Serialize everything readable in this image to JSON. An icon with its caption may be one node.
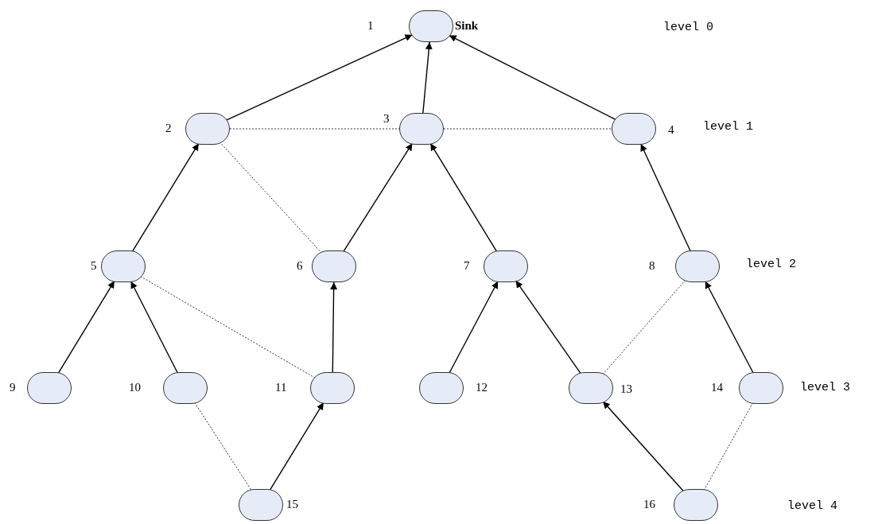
{
  "diagram": {
    "nodes": [
      {
        "text": [],
        "shape": "circle",
        "beside": [
          "1",
          "Sink"
        ]
      },
      {
        "text": [],
        "shape": "circle",
        "beside": [
          "2"
        ]
      },
      {
        "text": [],
        "shape": "circle",
        "beside": [
          "3"
        ]
      },
      {
        "text": [],
        "shape": "circle",
        "beside": [
          "4"
        ]
      },
      {
        "text": [],
        "shape": "circle",
        "beside": [
          "5"
        ]
      },
      {
        "text": [],
        "shape": "circle",
        "beside": [
          "6"
        ]
      },
      {
        "text": [],
        "shape": "circle",
        "beside": [
          "7"
        ]
      },
      {
        "text": [],
        "shape": "circle",
        "beside": [
          "8"
        ]
      },
      {
        "text": [],
        "shape": "circle",
        "beside": [
          "9"
        ]
      },
      {
        "text": [],
        "shape": "circle",
        "beside": [
          "10"
        ]
      },
      {
        "text": [],
        "shape": "circle",
        "beside": [
          "11"
        ]
      },
      {
        "text": [],
        "shape": "circle",
        "beside": [
          "12"
        ]
      },
      {
        "text": [],
        "shape": "circle",
        "beside": [
          "13"
        ]
      },
      {
        "text": [],
        "shape": "circle",
        "beside": [
          "14"
        ]
      },
      {
        "text": [],
        "shape": "circle",
        "beside": [
          "15"
        ]
      },
      {
        "text": [],
        "shape": "circle",
        "beside": [
          "16"
        ]
      }
    ],
    "edges": [
      {
        "from": 1,
        "to": 0,
        "arrow": "to"
      },
      {
        "from": 2,
        "to": 0,
        "arrow": "to"
      },
      {
        "from": 3,
        "to": 0,
        "arrow": "to"
      },
      {
        "from": 1,
        "to": 2,
        "arrow": "none",
        "style": "dashed"
      },
      {
        "from": 2,
        "to": 3,
        "arrow": "none",
        "style": "dashed"
      },
      {
        "from": 4,
        "to": 1,
        "arrow": "to"
      },
      {
        "from": 5,
        "to": 1,
        "arrow": "none",
        "style": "dashed"
      },
      {
        "from": 5,
        "to": 2,
        "arrow": "to"
      },
      {
        "from": 6,
        "to": 2,
        "arrow": "to"
      },
      {
        "from": 7,
        "to": 3,
        "arrow": "to"
      },
      {
        "from": 8,
        "to": 4,
        "arrow": "to"
      },
      {
        "from": 9,
        "to": 4,
        "arrow": "to"
      },
      {
        "from": 10,
        "to": 4,
        "arrow": "none",
        "style": "dashed"
      },
      {
        "from": 10,
        "to": 5,
        "arrow": "to"
      },
      {
        "from": 11,
        "to": 6,
        "arrow": "to"
      },
      {
        "from": 12,
        "to": 6,
        "arrow": "to"
      },
      {
        "from": 12,
        "to": 7,
        "arrow": "none",
        "style": "dashed"
      },
      {
        "from": 13,
        "to": 7,
        "arrow": "to"
      },
      {
        "from": 9,
        "to": 14,
        "arrow": "none",
        "style": "dashed"
      },
      {
        "from": 14,
        "to": 10,
        "arrow": "to"
      },
      {
        "from": 15,
        "to": 12,
        "arrow": "to"
      },
      {
        "from": 13,
        "to": 15,
        "arrow": "none",
        "style": "dashed"
      }
    ],
    "labels": [
      "level 0",
      "level 1",
      "level 2",
      "level 3",
      "level 4"
    ]
  }
}
